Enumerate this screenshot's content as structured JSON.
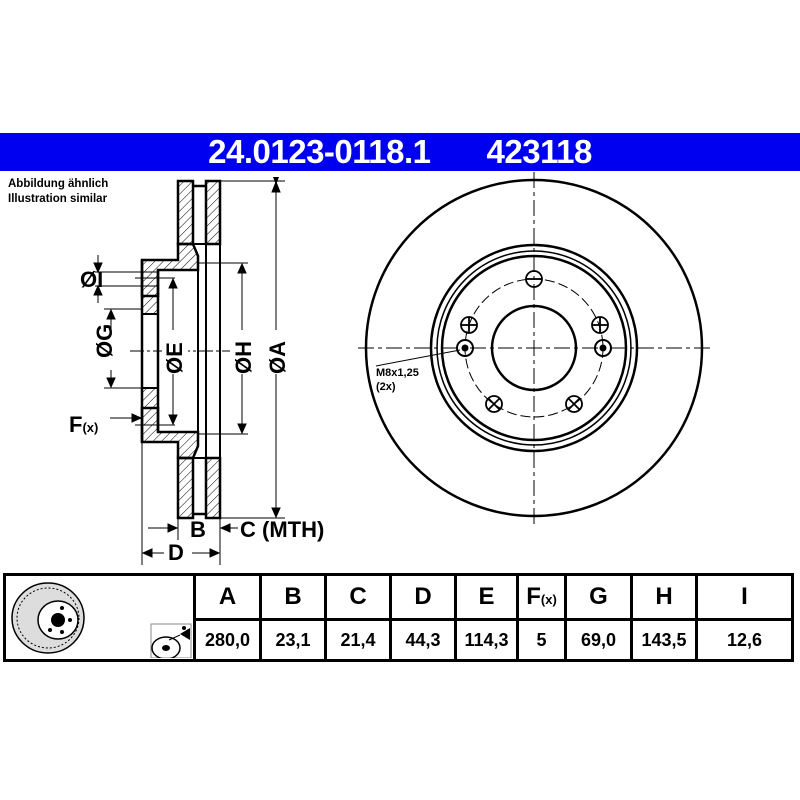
{
  "header": {
    "article_number": "24.0123-0118.1",
    "reference_number": "423118",
    "background_color": "#0000f0",
    "text_color": "#ffffff"
  },
  "note": {
    "line1": "Abbildung ähnlich",
    "line2": "Illustration similar"
  },
  "side_view": {
    "labels": {
      "I": "ØI",
      "G": "ØG",
      "E": "ØE",
      "H": "ØH",
      "A": "ØA",
      "F": "F",
      "F_suffix": "(x)",
      "B": "B",
      "C": "C (MTH)",
      "D": "D"
    }
  },
  "front_view": {
    "thread_label": "M8x1,25",
    "thread_count": "(2x)"
  },
  "spec_table": {
    "icons": [
      "brake-disc-illustration",
      "cleaner-spray-icon"
    ],
    "columns": [
      {
        "key": "A",
        "label": "A",
        "value": "280,0"
      },
      {
        "key": "B",
        "label": "B",
        "value": "23,1"
      },
      {
        "key": "C",
        "label": "C",
        "value": "21,4"
      },
      {
        "key": "D",
        "label": "D",
        "value": "44,3"
      },
      {
        "key": "E",
        "label": "E",
        "value": "114,3"
      },
      {
        "key": "F",
        "label": "F",
        "label_suffix": "(x)",
        "value": "5"
      },
      {
        "key": "G",
        "label": "G",
        "value": "69,0"
      },
      {
        "key": "H",
        "label": "H",
        "value": "143,5"
      },
      {
        "key": "I",
        "label": "I",
        "value": "12,6"
      }
    ]
  }
}
